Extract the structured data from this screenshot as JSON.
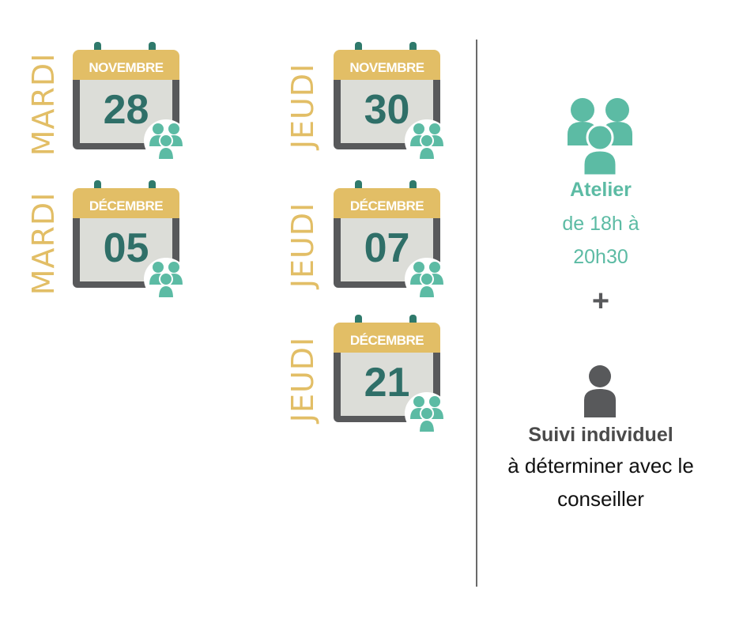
{
  "colors": {
    "gold": "#e2be66",
    "teal": "#5cbba4",
    "dark_teal": "#2f6f68",
    "dark_gray": "#58595b",
    "paper": "#dcddd8",
    "ring": "#2f7a6c",
    "divider": "#6a6a6a",
    "text": "#111111"
  },
  "icons": [
    "group-icon",
    "person-icon",
    "plus-icon"
  ],
  "left_column": [
    {
      "day": "MARDI",
      "month": "NOVEMBRE",
      "date": "28"
    },
    {
      "day": "MARDI",
      "month": "DÉCEMBRE",
      "date": "05"
    }
  ],
  "middle_column": [
    {
      "day": "JEUDI",
      "month": "NOVEMBRE",
      "date": "30"
    },
    {
      "day": "JEUDI",
      "month": "DÉCEMBRE",
      "date": "07"
    },
    {
      "day": "JEUDI",
      "month": "DÉCEMBRE",
      "date": "21"
    }
  ],
  "atelier": {
    "title": "Atelier",
    "time_line1": "de 18h à",
    "time_line2": "20h30"
  },
  "plus_sign": "+",
  "suivi": {
    "title": "Suivi individuel",
    "line1": "à déterminer avec le",
    "line2": "conseiller"
  }
}
